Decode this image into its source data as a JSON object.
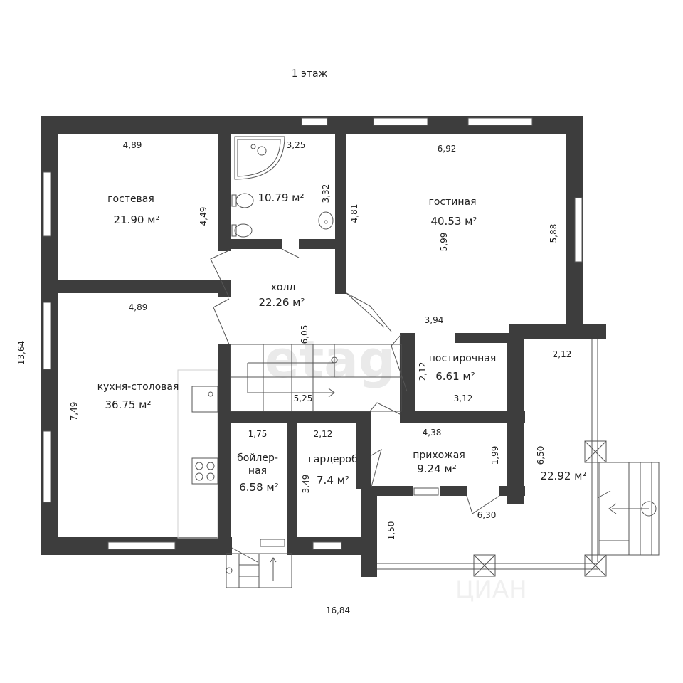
{
  "title": "1 этаж",
  "rooms": {
    "guest": {
      "name": "гостевая",
      "area": "21.90 м²"
    },
    "bath": {
      "area": "10.79 м²"
    },
    "living": {
      "name": "гостиная",
      "area": "40.53 м²"
    },
    "hall": {
      "name": "холл",
      "area": "22.26 м²"
    },
    "laundry": {
      "name": "постирочная",
      "area": "6.61 м²"
    },
    "kitchen": {
      "name": "кухня-столовая",
      "area": "36.75 м²"
    },
    "boiler": {
      "name_line1": "бойлер-",
      "name_line2": "ная",
      "area": "6.58 м²"
    },
    "wardrobe": {
      "name": "гардероб",
      "area": "7.4 м²"
    },
    "entrance": {
      "name": "прихожая",
      "area": "9.24 м²"
    },
    "veranda": {
      "area": "22.92 м²"
    }
  },
  "dims": {
    "guest_w": "4,89",
    "guest_h": "4,49",
    "bath_w": "3,25",
    "bath_h": "3,32",
    "living_w": "6,92",
    "living_l": "4,81",
    "living_mid": "5,99",
    "living_r": "5,88",
    "living_bottom": "3,94",
    "kitchen_w": "4,89",
    "kitchen_h": "7,49",
    "hall_h": "6,05",
    "stair_w": "5,25",
    "laundry_h": "2,12",
    "laundry_w": "3,12",
    "veranda_top": "2,12",
    "veranda_h": "6,50",
    "boiler_w": "1,75",
    "wardrobe_w": "2,12",
    "wardrobe_h": "3,49",
    "entrance_w": "4,38",
    "entrance_h": "1,99",
    "porch_w": "6,30",
    "porch_h": "1,50",
    "total_h": "13,64",
    "total_w": "16,84"
  },
  "watermarks": {
    "main": "etagi",
    "corner": "ЦИАН"
  }
}
